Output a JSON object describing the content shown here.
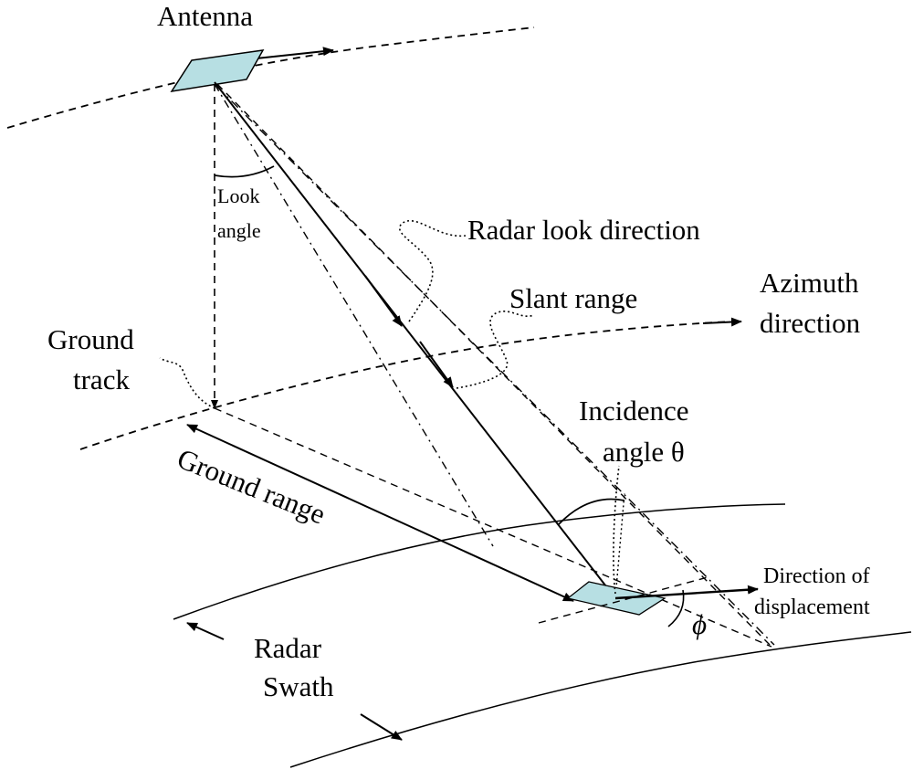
{
  "labels": {
    "antenna": "Antenna",
    "look_angle_1": "Look",
    "look_angle_2": "angle",
    "radar_look_direction": "Radar look direction",
    "slant_range": "Slant range",
    "azimuth_1": "Azimuth",
    "azimuth_2": "direction",
    "ground_track_1": "Ground",
    "ground_track_2": "track",
    "incidence_1": "Incidence",
    "incidence_2": "angle θ",
    "ground_range": "Ground range",
    "direction_displacement_1": "Direction of",
    "direction_displacement_2": "displacement",
    "phi": "ϕ",
    "radar_swath_1": "Radar",
    "radar_swath_2": "Swath"
  },
  "colors": {
    "antenna_fill": "#b7dfe3",
    "stroke": "#000000"
  }
}
